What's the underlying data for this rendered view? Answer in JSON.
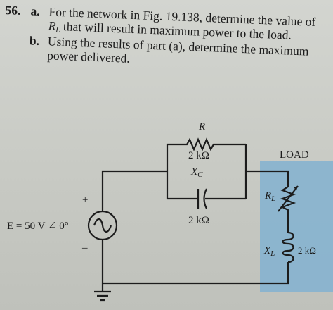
{
  "problem": {
    "number": "56.",
    "part_a": {
      "letter": "a.",
      "line1": "For the network in Fig. 19.138, determine the value of",
      "line2_var": "R",
      "line2_sub": "L",
      "line2_rest": " that will result in maximum power to the load."
    },
    "part_b": {
      "letter": "b.",
      "line1": "Using the results of part (a), determine the maximum",
      "line2": "power delivered."
    }
  },
  "circuit": {
    "r_label": "R",
    "r_value": "2 kΩ",
    "xc_var": "X",
    "xc_sub": "C",
    "xc_value": "2 kΩ",
    "load_label": "LOAD",
    "rl_var": "R",
    "rl_sub": "L",
    "xl_var": "X",
    "xl_sub": "L",
    "xl_value": "2 kΩ",
    "source_label": "E = 50 V ∠ 0°",
    "plus": "+",
    "minus": "–",
    "colors": {
      "load_box": "#86b2cf",
      "wire": "#1c1c1c"
    }
  }
}
